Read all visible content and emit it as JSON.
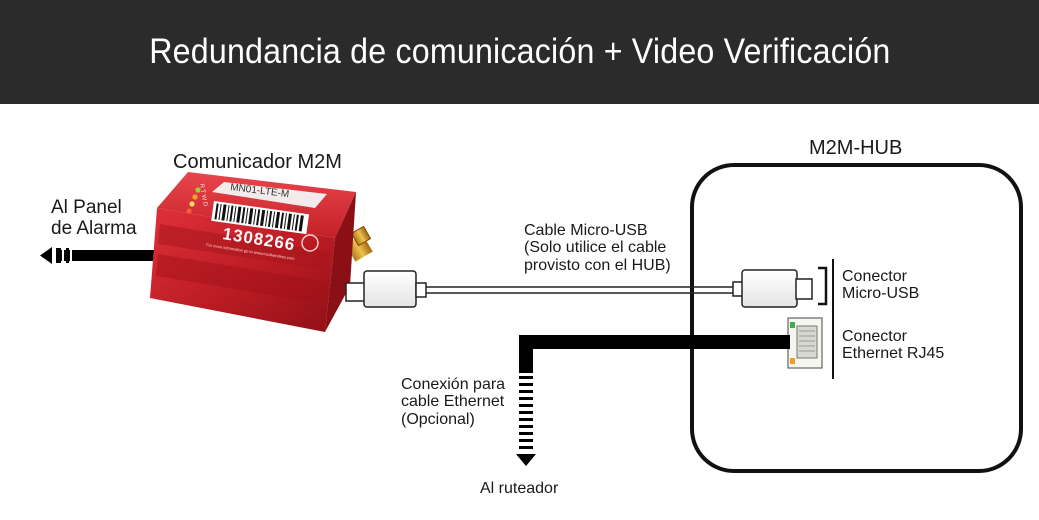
{
  "title": "Redundancia de comunicación + Video Verificación",
  "communicator": {
    "label": "Comunicador M2M",
    "model": "MN01-LTE-M",
    "serial": "1308266",
    "barcode_caption": "For more information go to www.mcdiwireless.com",
    "led_letters": "R T W D"
  },
  "hub": {
    "label": "M2M-HUB"
  },
  "labels": {
    "to_panel": "Al Panel\nde Alarma",
    "usb_cable": "Cable Micro-USB\n(Solo utilice el cable\nprovisto con el HUB)",
    "usb_connector": "Conector\nMicro-USB",
    "rj45_connector": "Conector\nEthernet RJ45",
    "ethernet_optional": "Conexión para\ncable Ethernet\n(Opcional)",
    "to_router": "Al ruteador"
  },
  "colors": {
    "header_bg": "#2b2b2b",
    "device_red": "#c8202a",
    "cable": "#000000",
    "hub_border": "#111111"
  }
}
